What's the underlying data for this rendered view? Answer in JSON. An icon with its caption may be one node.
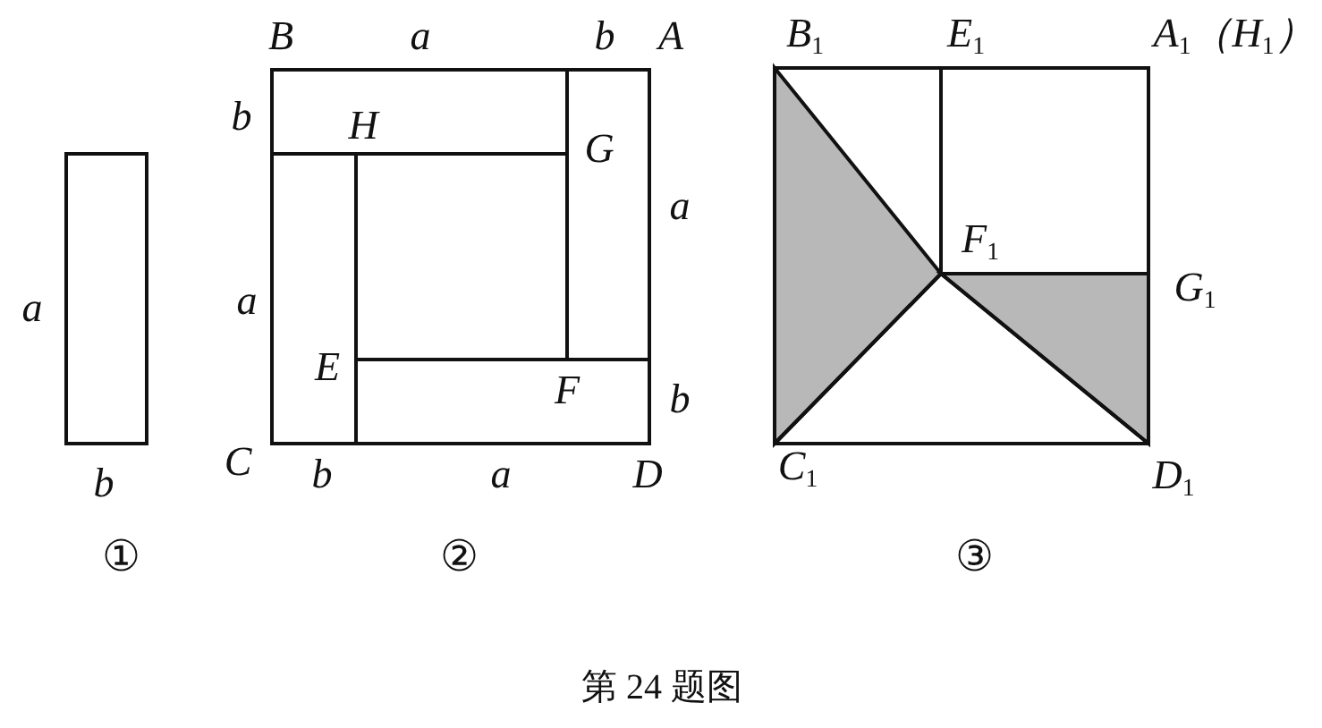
{
  "diagram": {
    "caption": "第 24 题图",
    "labels": [
      "a",
      "b",
      "①",
      "B",
      "a",
      "b",
      "A",
      "b",
      "H",
      "G",
      "a",
      "a",
      "E",
      "F",
      "b",
      "C",
      "b",
      "a",
      "D",
      "②",
      "B$_{1}$",
      "E$_{1}$",
      "A$_{1}$（H$_{1}$）",
      "F$_{1}$",
      "G$_{1}$",
      "C$_{1}$",
      "D$_{1}$",
      "③"
    ]
  }
}
